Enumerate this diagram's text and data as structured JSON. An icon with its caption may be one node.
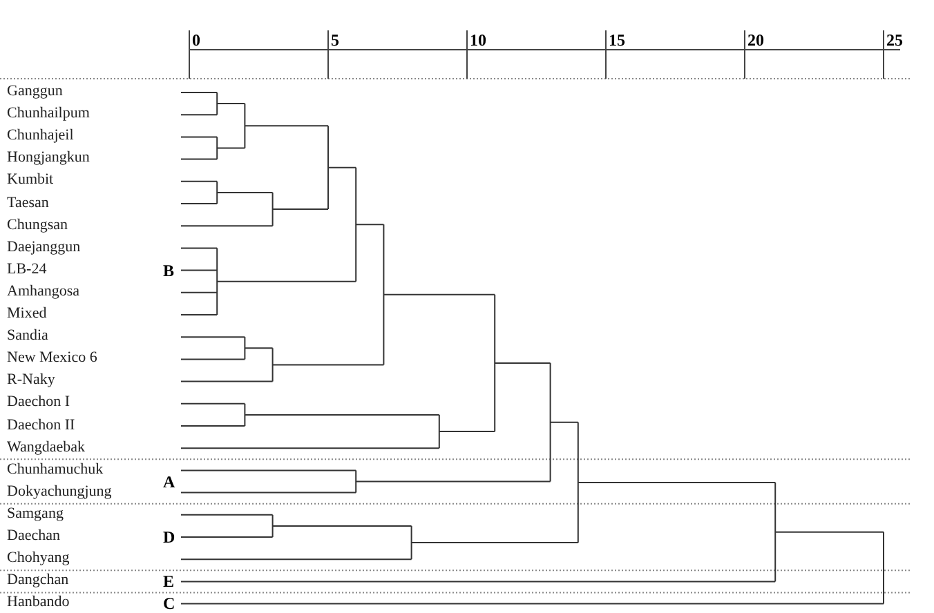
{
  "diagram": {
    "labels": [
      "0",
      "5",
      "10",
      "15",
      "20",
      "25",
      "Ganggun",
      "Chunhailpum",
      "Chunhajeil",
      "Hongjangkun",
      "Kumbit",
      "Taesan",
      "Chungsan",
      "Daejanggun",
      "LB-24",
      "B",
      "Amhangosa",
      "Mixed",
      "Sandia",
      "New Mexico 6",
      "R-Naky",
      "Daechon I",
      "Daechon II",
      "Wangdaebak",
      "Chunhamuchuk",
      "Dokyachungjung",
      "A",
      "Samgang",
      "Daechan",
      "D",
      "Chohyang",
      "Dangchan",
      "E",
      "Hanbando",
      "C"
    ]
  }
}
